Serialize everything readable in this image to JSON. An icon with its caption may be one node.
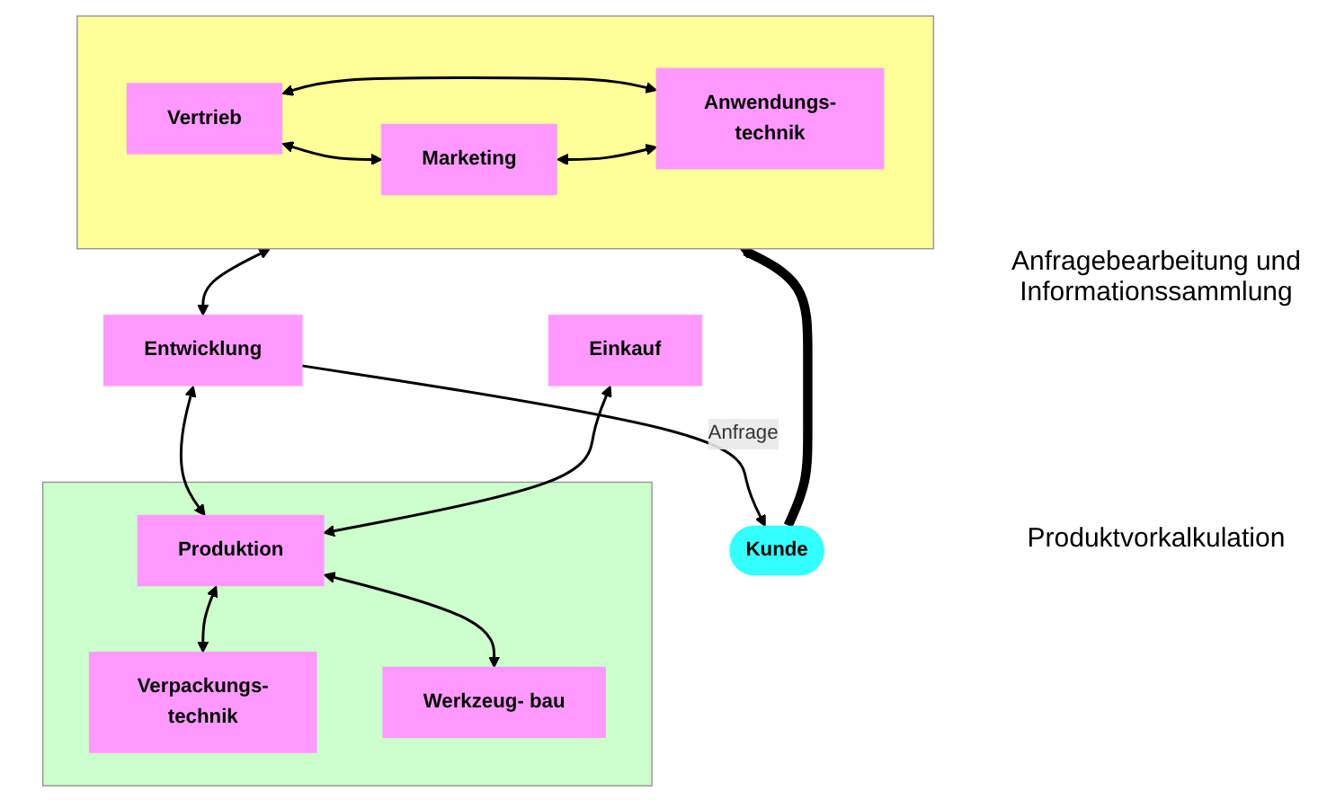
{
  "diagram": {
    "nodes": [
      {
        "text": [],
        "shape": "box"
      },
      {
        "text": [
          "Vertrieb"
        ],
        "in": 0
      },
      {
        "text": [
          "Anwendungs- technik"
        ],
        "in": 0
      },
      {
        "text": [
          "Marketing"
        ],
        "in": 0
      },
      {
        "text": [
          "Kunde"
        ]
      },
      {
        "text": [
          "Entwicklung"
        ]
      },
      {
        "text": [],
        "shape": "box"
      },
      {
        "text": [
          "Verpackungs- technik"
        ],
        "in": 6
      },
      {
        "text": [
          "Produktion"
        ],
        "in": 6
      },
      {
        "text": [
          "Werkzeug- bau"
        ],
        "in": 6
      },
      {
        "text": [
          "Einkauf"
        ]
      }
    ],
    "edges": [
      {
        "from": 1,
        "to": 2,
        "arrow": "both"
      },
      {
        "from": 1,
        "to": 3,
        "arrow": "both"
      },
      {
        "from": 3,
        "to": 2,
        "arrow": "both"
      },
      {
        "from": 4,
        "to": 0,
        "arrow": "to",
        "style": "thick"
      },
      {
        "from": 0,
        "to": 5,
        "arrow": "both"
      },
      {
        "from": 5,
        "to": 4,
        "arrow": "to",
        "label": "Anfrage"
      },
      {
        "from": 5,
        "to": 8,
        "arrow": "both"
      },
      {
        "from": 10,
        "to": 8,
        "arrow": "both"
      },
      {
        "from": 8,
        "to": 7,
        "arrow": "both"
      },
      {
        "from": 8,
        "to": 9,
        "arrow": "both"
      }
    ],
    "labels": [
      "Anfragebearbeitung und Informationssammlung",
      "Produktvorkalkulation"
    ]
  }
}
